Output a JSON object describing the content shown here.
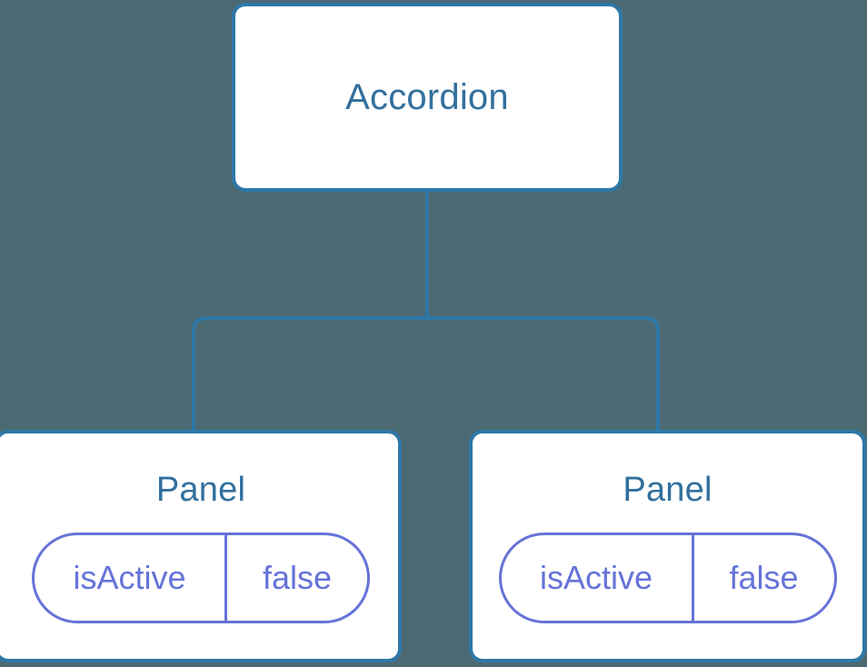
{
  "diagram": {
    "type": "component-tree",
    "background_color": "#4c6a74",
    "node_border_color": "#2e78a8",
    "node_title_color": "#31709e",
    "prop_color": "#6673d8",
    "edge_color": "#2e78a8",
    "root": {
      "title": "Accordion"
    },
    "children": [
      {
        "title": "Panel",
        "props": [
          {
            "key": "isActive",
            "value": "false"
          }
        ]
      },
      {
        "title": "Panel",
        "props": [
          {
            "key": "isActive",
            "value": "false"
          }
        ]
      }
    ]
  }
}
